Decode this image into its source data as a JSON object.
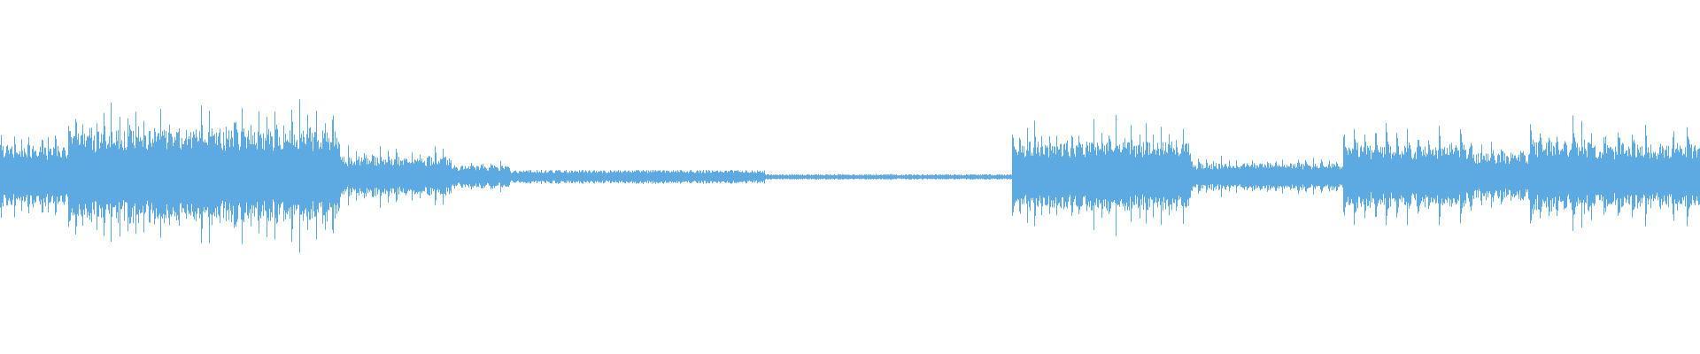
{
  "waveform": {
    "color": "#5DA9E1",
    "background": "#FFFFFF",
    "segments": [
      {
        "t0": 0.0,
        "t1": 0.04,
        "amp": 0.4,
        "pulses": 10
      },
      {
        "t0": 0.04,
        "t1": 0.065,
        "amp": 0.55,
        "pulses": 6
      },
      {
        "t0": 0.065,
        "t1": 0.2,
        "amp": 0.6,
        "pulses": 28
      },
      {
        "t0": 0.2,
        "t1": 0.265,
        "amp": 0.25,
        "pulses": 14
      },
      {
        "t0": 0.265,
        "t1": 0.3,
        "amp": 0.14,
        "pulses": 6
      },
      {
        "t0": 0.3,
        "t1": 0.45,
        "amp": 0.05,
        "pulses": 0
      },
      {
        "t0": 0.45,
        "t1": 0.595,
        "amp": 0.02,
        "pulses": 0
      },
      {
        "t0": 0.595,
        "t1": 0.7,
        "amp": 0.45,
        "pulses": 24
      },
      {
        "t0": 0.7,
        "t1": 0.79,
        "amp": 0.17,
        "pulses": 20
      },
      {
        "t0": 0.79,
        "t1": 0.865,
        "amp": 0.4,
        "pulses": 12
      },
      {
        "t0": 0.865,
        "t1": 0.9,
        "amp": 0.3,
        "pulses": 6
      },
      {
        "t0": 0.9,
        "t1": 0.935,
        "amp": 0.45,
        "pulses": 7
      },
      {
        "t0": 0.935,
        "t1": 1.0,
        "amp": 0.4,
        "pulses": 8
      }
    ]
  }
}
